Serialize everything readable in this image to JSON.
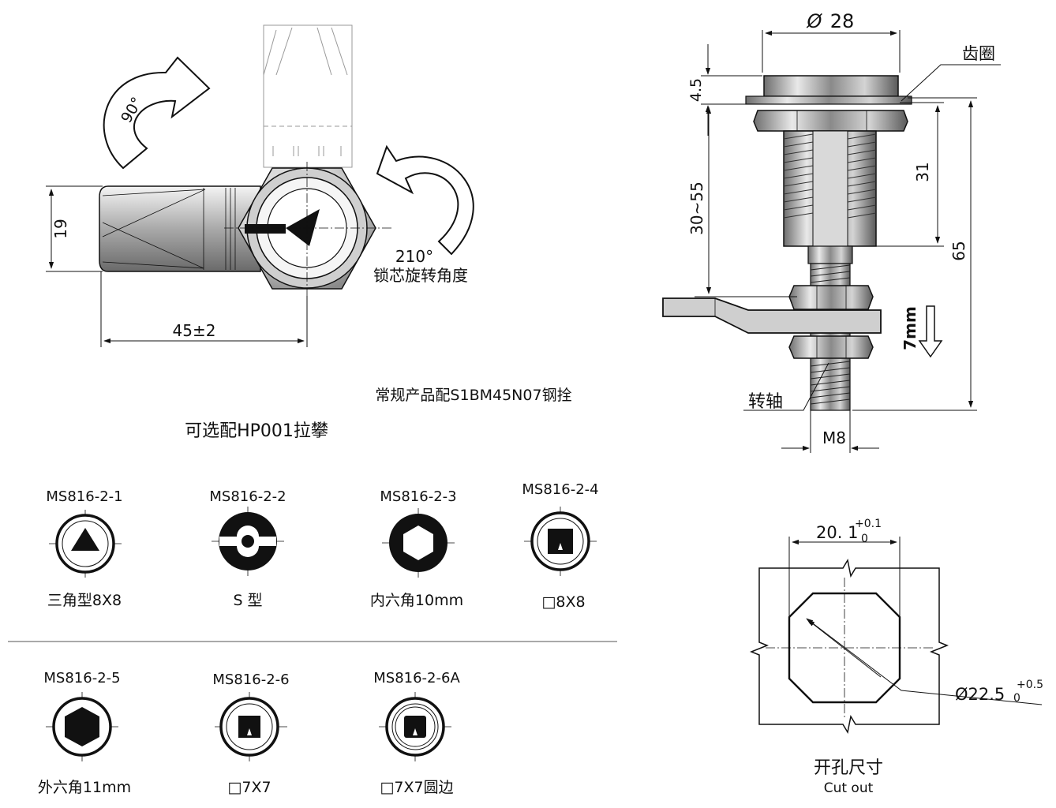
{
  "top_view": {
    "rotate_key": "90°",
    "rotate_core": "210°",
    "rotate_core_label": "锁芯旋转角度",
    "dim_width": "45±2",
    "dim_height": "19"
  },
  "notes": {
    "standard_pin": "常规产品配S1BM45N07钢拴",
    "optional_handle": "可选配HP001拉攀"
  },
  "side_view": {
    "dia": "28",
    "dim_45": "4.5",
    "dim_31": "31",
    "dim_30_55": "30~55",
    "dim_65": "65",
    "dim_m8": "M8",
    "label_gear_ring": "齿圈",
    "label_shaft": "转轴",
    "label_7mm": "7mm"
  },
  "cutout": {
    "width": "20. 1",
    "width_tol_upper": "+0.1",
    "width_tol_lower": "0",
    "dia": "Ø22.5",
    "dia_tol_upper": "+0.5",
    "dia_tol_lower": "0",
    "title": "开孔尺寸",
    "subtitle": "Cut out"
  },
  "variants": [
    {
      "code": "MS816-2-1",
      "desc": "三角型8X8",
      "icon": "triangle-core-icon"
    },
    {
      "code": "MS816-2-2",
      "desc": "S 型",
      "icon": "s-core-icon"
    },
    {
      "code": "MS816-2-3",
      "desc": "内六角10mm",
      "icon": "hex-socket-core-icon"
    },
    {
      "code": "MS816-2-4",
      "desc": "□8X8",
      "icon": "square-8-core-icon"
    },
    {
      "code": "MS816-2-5",
      "desc": "外六角11mm",
      "icon": "hex-head-core-icon"
    },
    {
      "code": "MS816-2-6",
      "desc": "□7X7",
      "icon": "square-7-core-icon"
    },
    {
      "code": "MS816-2-6A",
      "desc": "□7X7圆边",
      "icon": "square-7-round-core-icon"
    }
  ]
}
